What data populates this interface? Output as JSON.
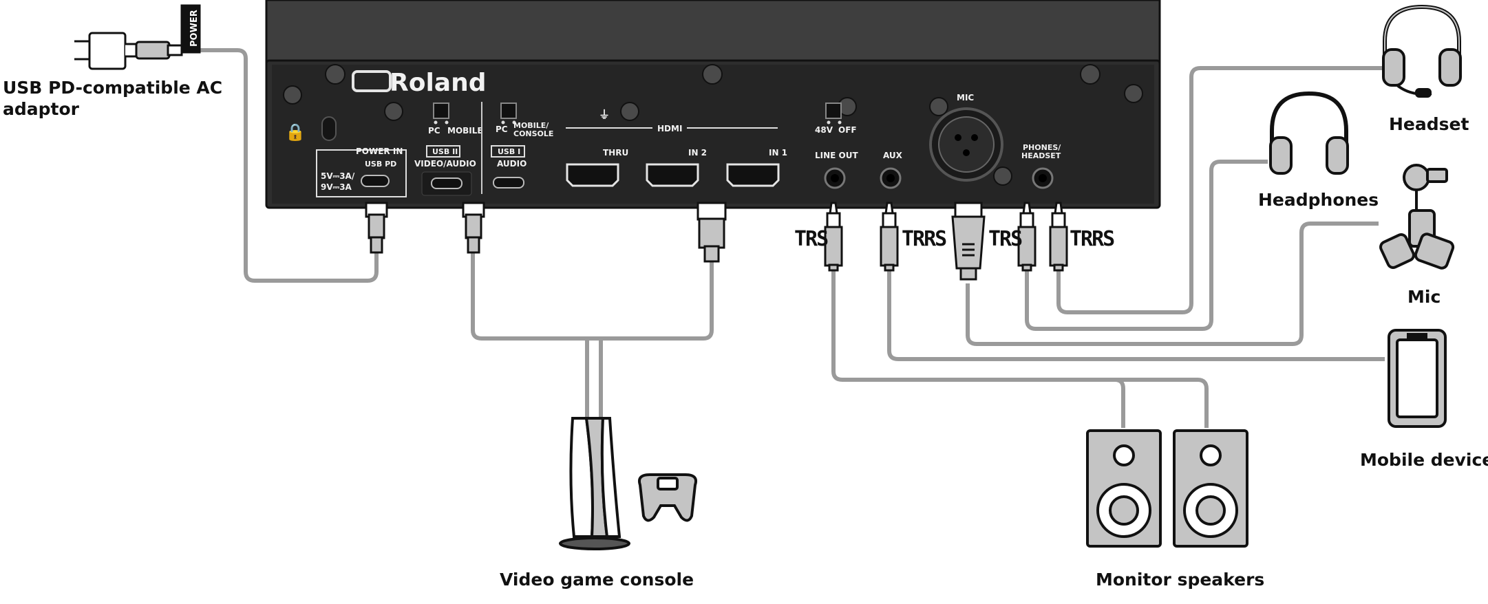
{
  "brand": {
    "logo": "Roland"
  },
  "panel": {
    "switch_usb2": {
      "pos_a": "PC",
      "pos_b": "MOBILE"
    },
    "switch_usb1": {
      "pos_a": "PC",
      "pos_b": "MOBILE/\nCONSOLE"
    },
    "switch_48v": {
      "pos_a": "48V",
      "pos_b": "OFF"
    },
    "power_in": {
      "title": "POWER IN",
      "sub": "USB PD",
      "spec1": "5V⎓3A/",
      "spec2": "9V⎓3A"
    },
    "usb2": {
      "badge": "USB II",
      "label": "VIDEO/AUDIO"
    },
    "usb1": {
      "badge": "USB I",
      "label": "AUDIO"
    },
    "hdmi": {
      "group": "HDMI",
      "thru": "THRU",
      "in2": "IN 2",
      "in1": "IN 1"
    },
    "line_out": "LINE OUT",
    "aux": "AUX",
    "mic": "MIC",
    "phones": {
      "line1": "PHONES/",
      "line2": "HEADSET"
    }
  },
  "adaptor_tag": "POWER",
  "plugs": {
    "line_out": "TRS",
    "aux": "TRRS",
    "phones_headphones": "TRS",
    "phones_headset": "TRRS"
  },
  "devices": {
    "ac_adaptor": "USB PD-compatible AC\nadaptor",
    "headset": "Headset",
    "headphones": "Headphones",
    "mic": "Mic",
    "mobile": "Mobile device",
    "console": "Video game console",
    "speakers": "Monitor speakers"
  }
}
